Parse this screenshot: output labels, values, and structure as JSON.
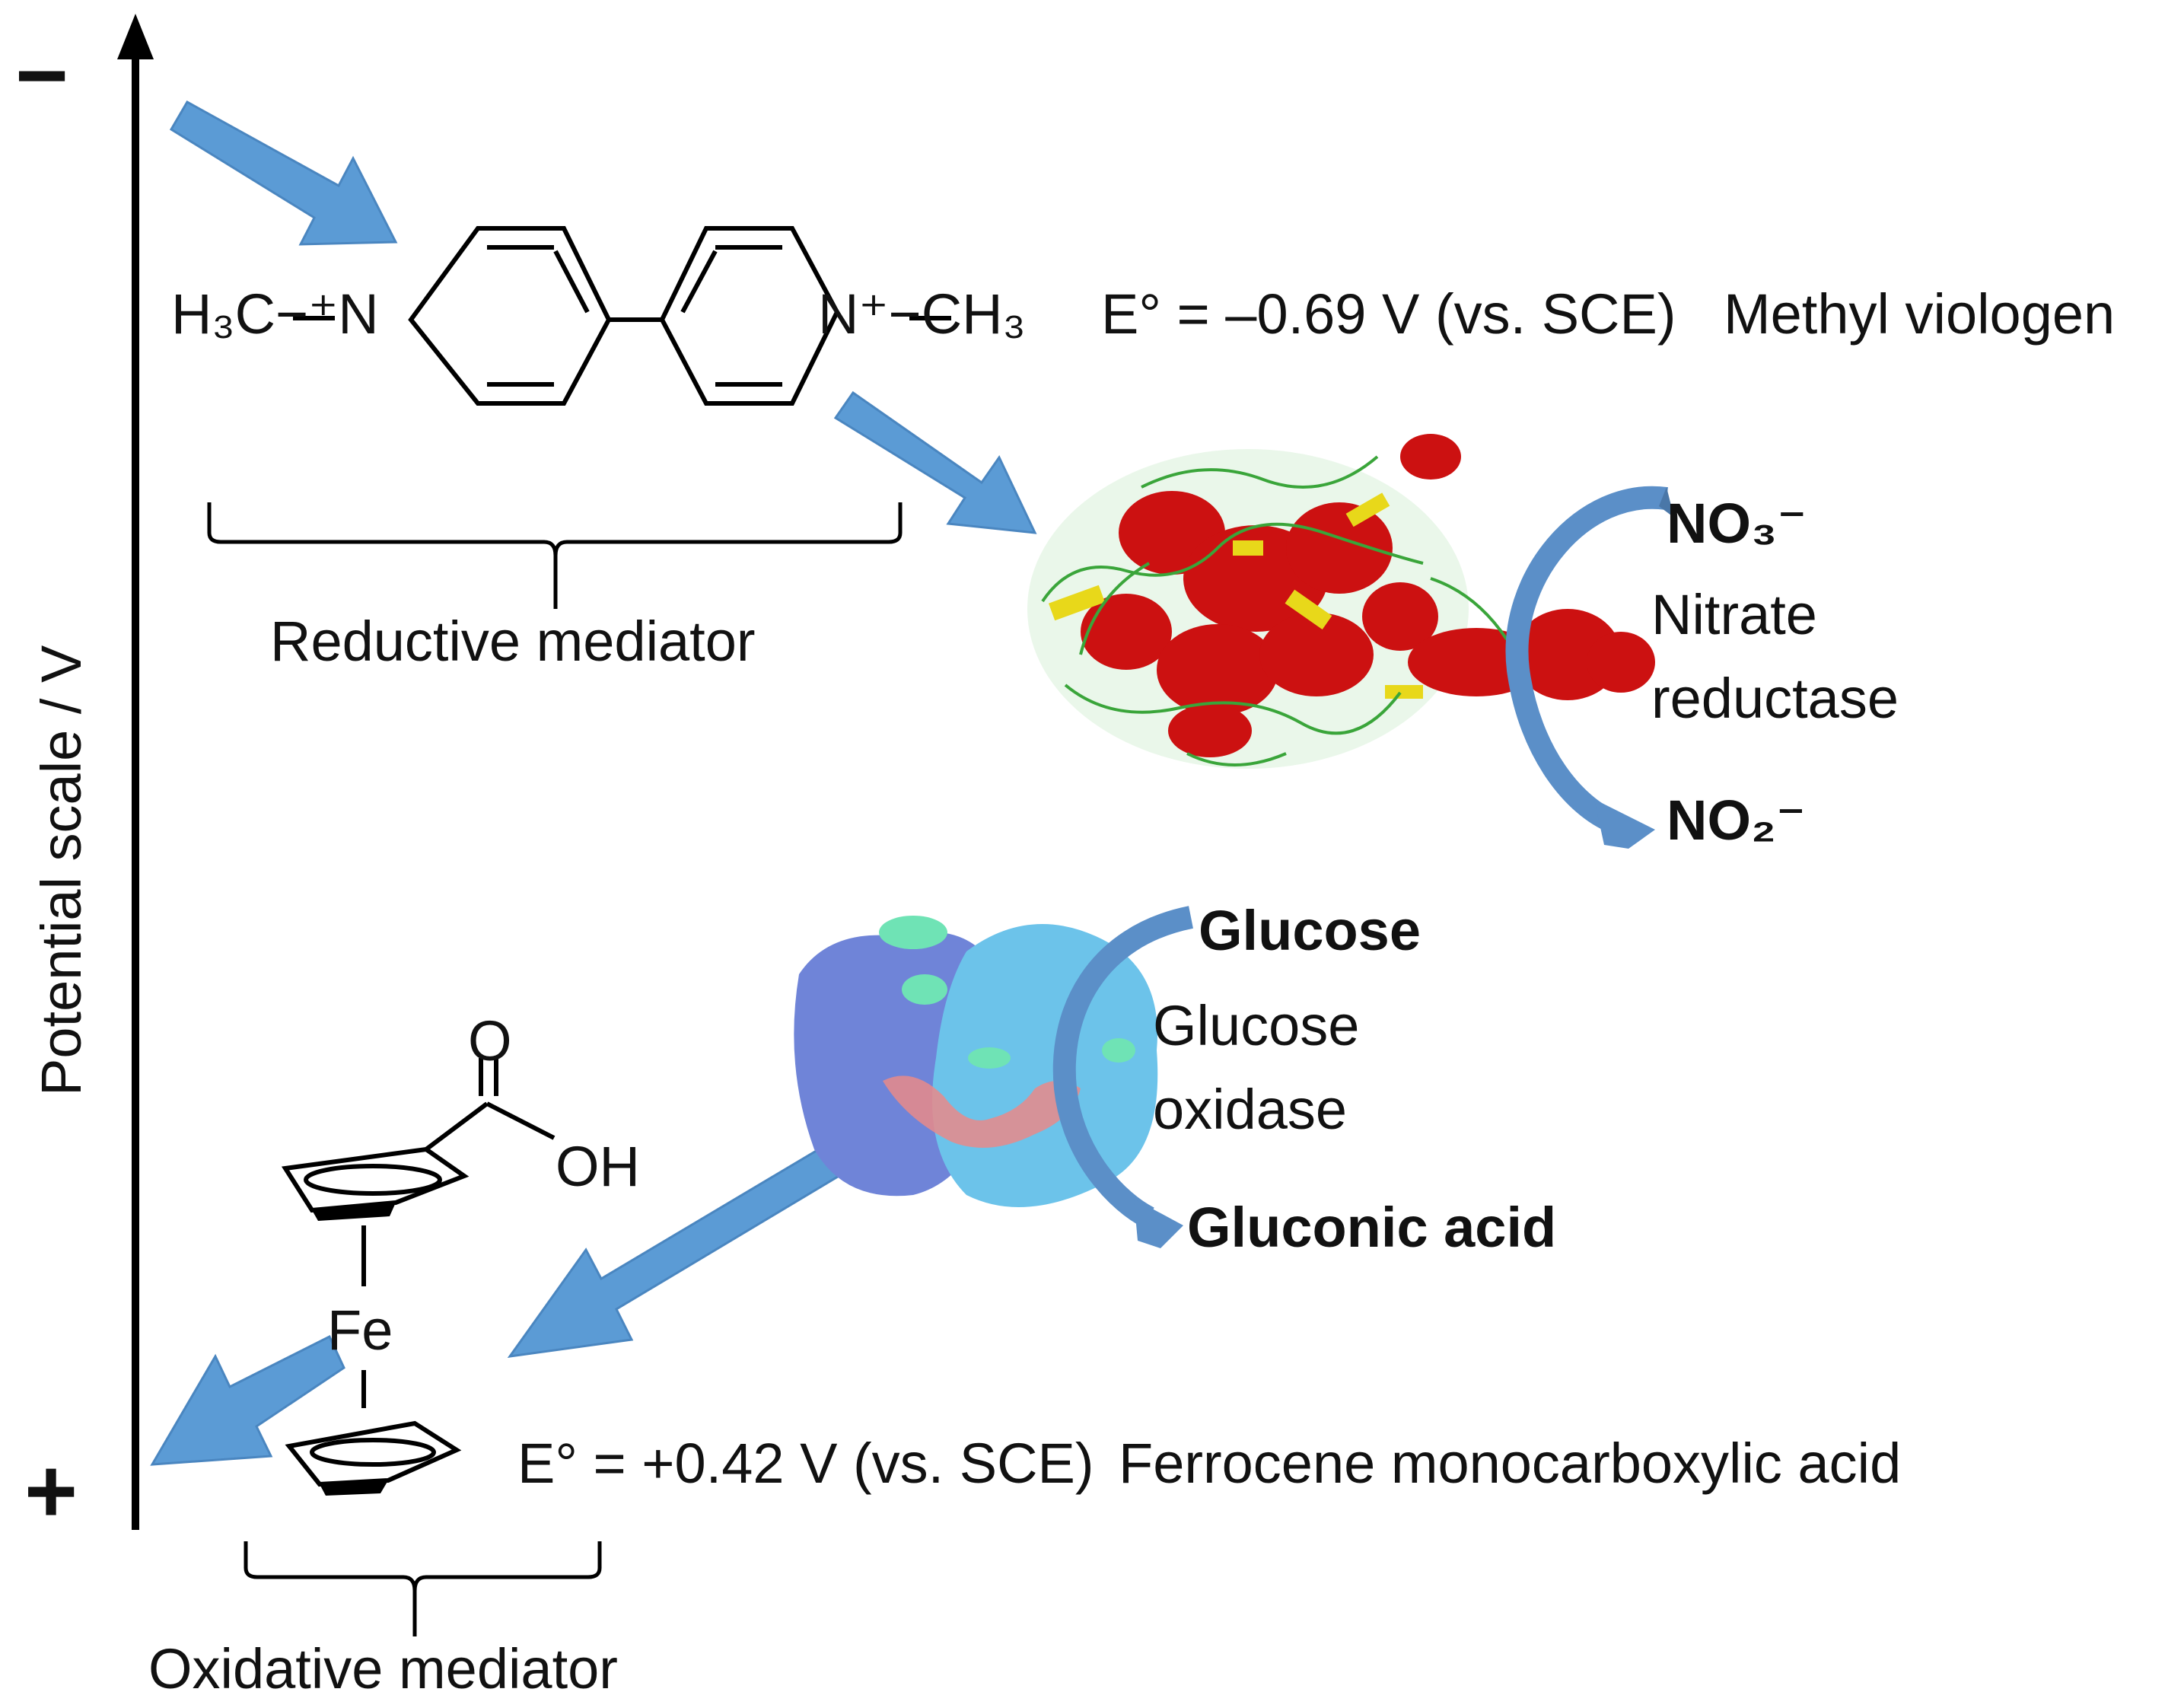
{
  "axis": {
    "label": "Potential scale / V",
    "top_sign": "−",
    "bottom_sign": "+"
  },
  "methyl_viologen": {
    "left_group": "H₃C−⁺N",
    "right_group": "N⁺−CH₃",
    "potential": "E° = –0.69 V (vs. SCE)",
    "name": "Methyl viologen",
    "role": "Reductive mediator"
  },
  "nitrate_reductase": {
    "substrate": "NO₃⁻",
    "product": "NO₂⁻",
    "name_line1": "Nitrate",
    "name_line2": "reductase"
  },
  "glucose_oxidase": {
    "substrate": "Glucose",
    "product": "Gluconic acid",
    "name_line1": "Glucose",
    "name_line2": "oxidase"
  },
  "ferrocene": {
    "o_label": "O",
    "oh_label": "OH",
    "fe_label": "Fe",
    "potential": "E° = +0.42 V (vs. SCE)",
    "name": "Ferrocene monocarboxylic acid",
    "role": "Oxidative mediator"
  },
  "colors": {
    "arrow": "#5b9bd5",
    "arrow_dark": "#4a7fb5",
    "protein_red": "#cc1111",
    "protein_green": "#3aa53a",
    "protein_yellow": "#e8d81a",
    "gox_blue": "#6f84d8",
    "gox_cyan": "#6cc3ea",
    "gox_teal": "#6fe3b5",
    "gox_pink": "#e98a8a"
  }
}
